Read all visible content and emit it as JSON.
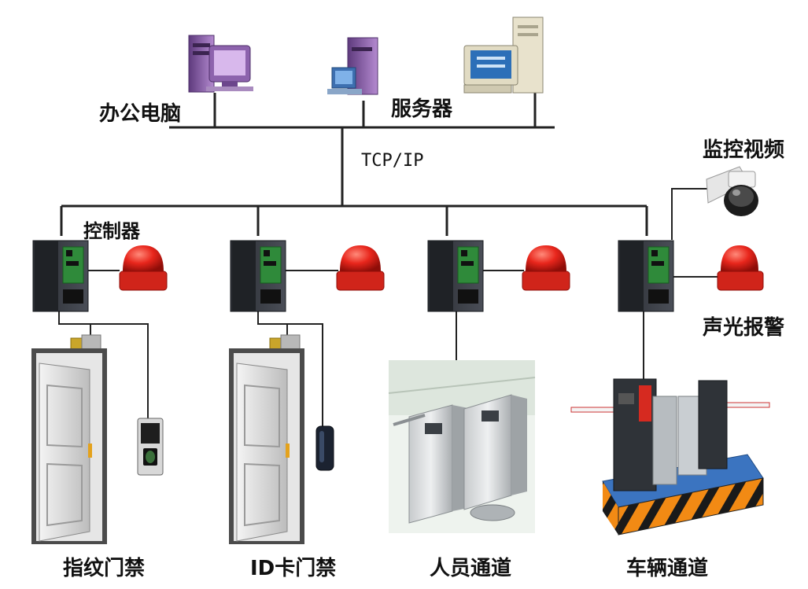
{
  "labels": {
    "office_pc": "办公电脑",
    "server": "服务器",
    "protocol": "TCP/IP",
    "controller": "控制器",
    "surveillance": "监控视频",
    "alarm": "声光报警",
    "fingerprint_access": "指纹门禁",
    "id_card_access": "ID卡门禁",
    "pedestrian_gate": "人员通道",
    "vehicle_gate": "车辆通道"
  },
  "colors": {
    "line": "#222222",
    "computer_purple": "#8a5aa8",
    "alarm_red": "#e0241b",
    "controller_dark": "#3a3d45",
    "door_frame": "#1c1c1c",
    "door_panel": "#d9d9d9",
    "hazard_orange": "#f28a14",
    "deck_blue": "#2860a8"
  },
  "icons": [
    "office-computer-icon",
    "workstation-icon",
    "server-icon",
    "controller-box-icon",
    "alarm-light-icon",
    "dome-camera-icon",
    "door-icon",
    "fingerprint-reader-icon",
    "card-reader-icon",
    "turnstile-icon",
    "barrier-gate-icon"
  ]
}
